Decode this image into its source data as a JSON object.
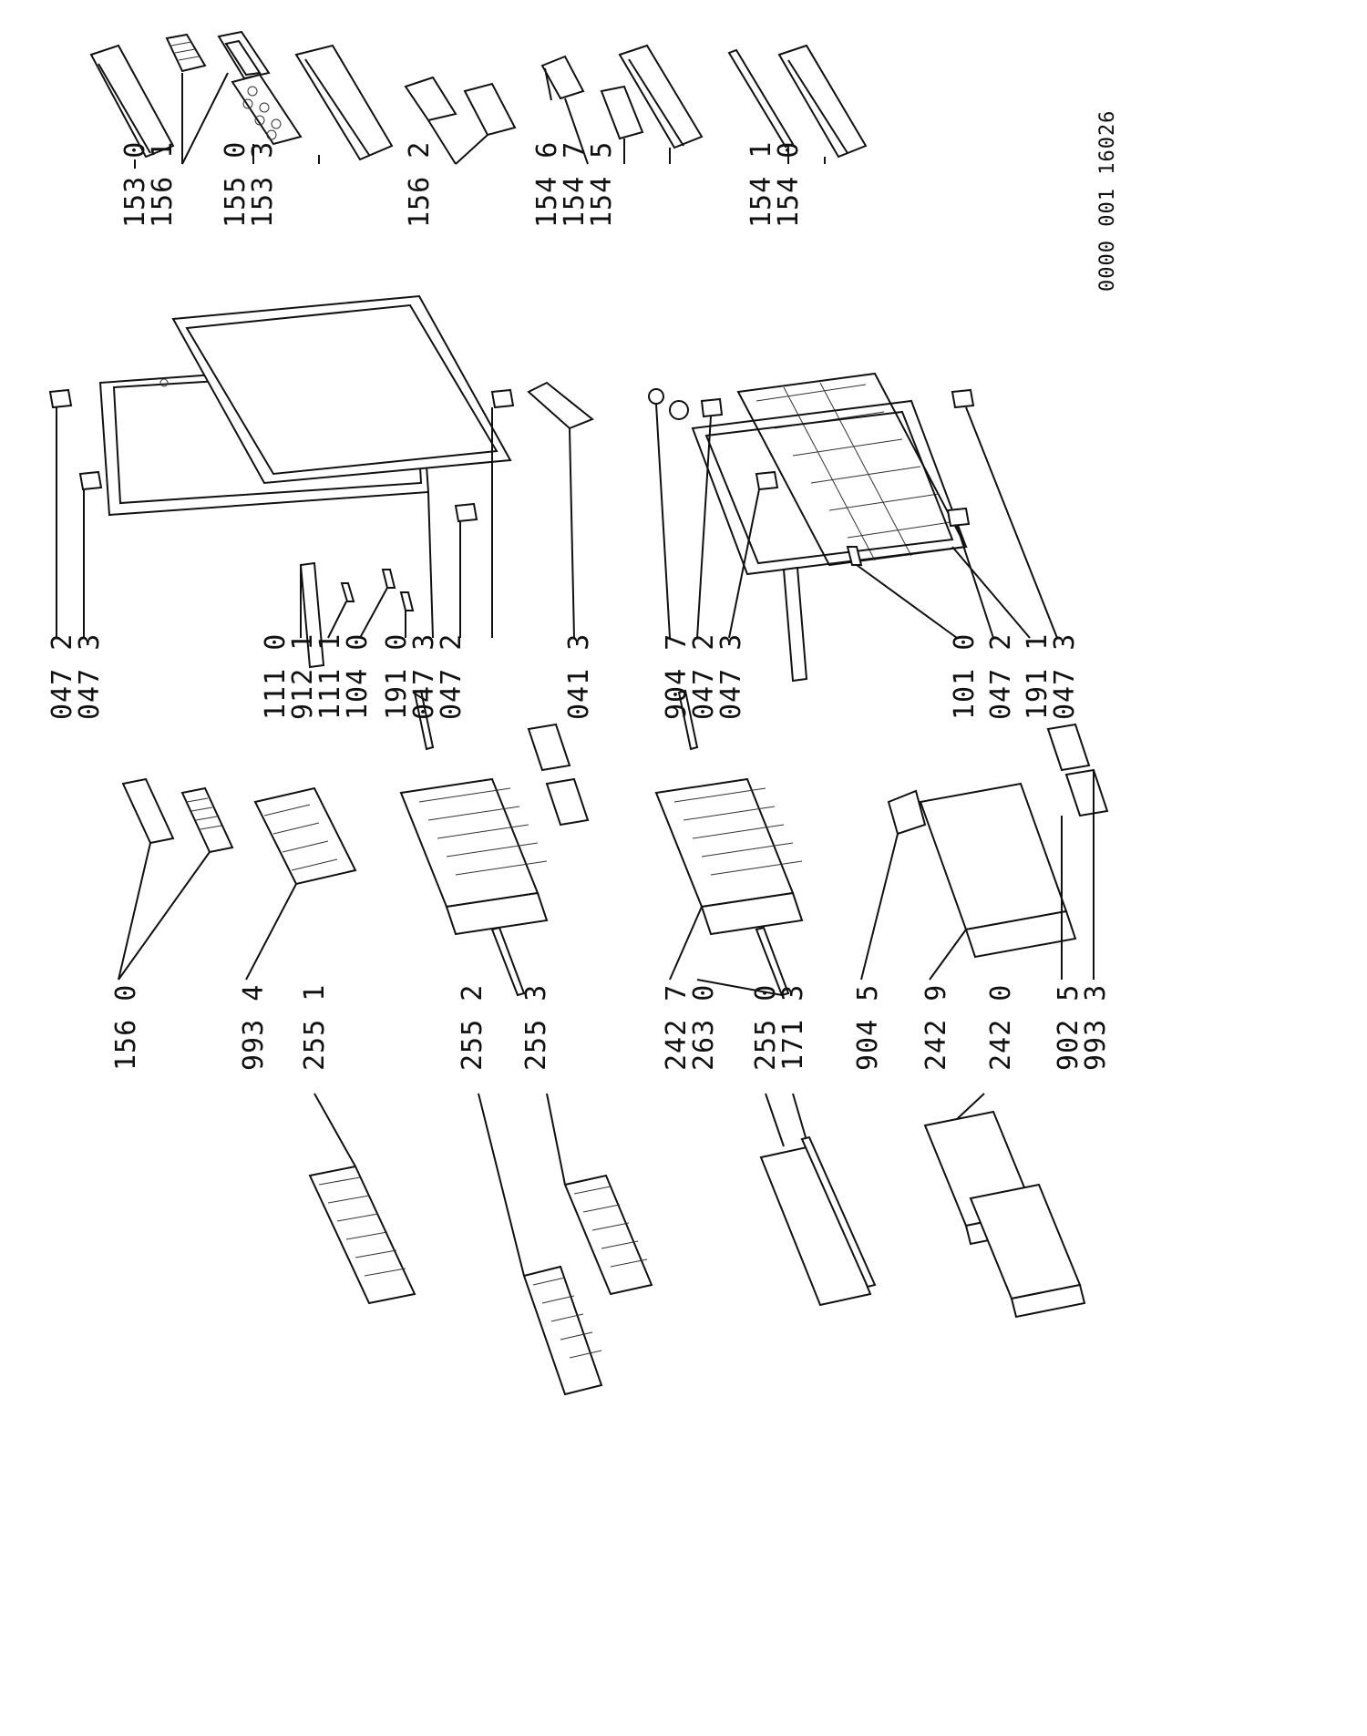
{
  "diagram": {
    "doc_code": "0000 001 16026",
    "labels": {
      "l1530": "153 0",
      "l1561": "156 1",
      "l1550": "155 0",
      "l1533": "153 3",
      "l1562": "156 2",
      "l1546": "154 6",
      "l1547": "154 7",
      "l1545": "154 5",
      "l1541": "154 1",
      "l1540": "154 0",
      "l0472a": "047 2",
      "l0473a": "047 3",
      "l1110": "111 0",
      "l9121": "912 1",
      "l1111": "111 1",
      "l1040": "104 0",
      "l1910": "191 0",
      "l0473b": "047 3",
      "l0472b": "047 2",
      "l0413": "041 3",
      "l9047": "904 7",
      "l0472c": "047 2",
      "l0473c": "047 3",
      "l1010": "101 0",
      "l0472d": "047 2",
      "l1911": "191 1",
      "l0473d": "047 3",
      "l1560": "156 0",
      "l9934": "993 4",
      "l2551": "255 1",
      "l2552": "255 2",
      "l2553": "255 3",
      "l2427": "242 7",
      "l2630": "263 0",
      "l2550": "255 0",
      "l1713": "171 3",
      "l9045": "904 5",
      "l2429": "242 9",
      "l2420": "242 0",
      "l9025": "902 5",
      "l9933": "993 3"
    }
  }
}
